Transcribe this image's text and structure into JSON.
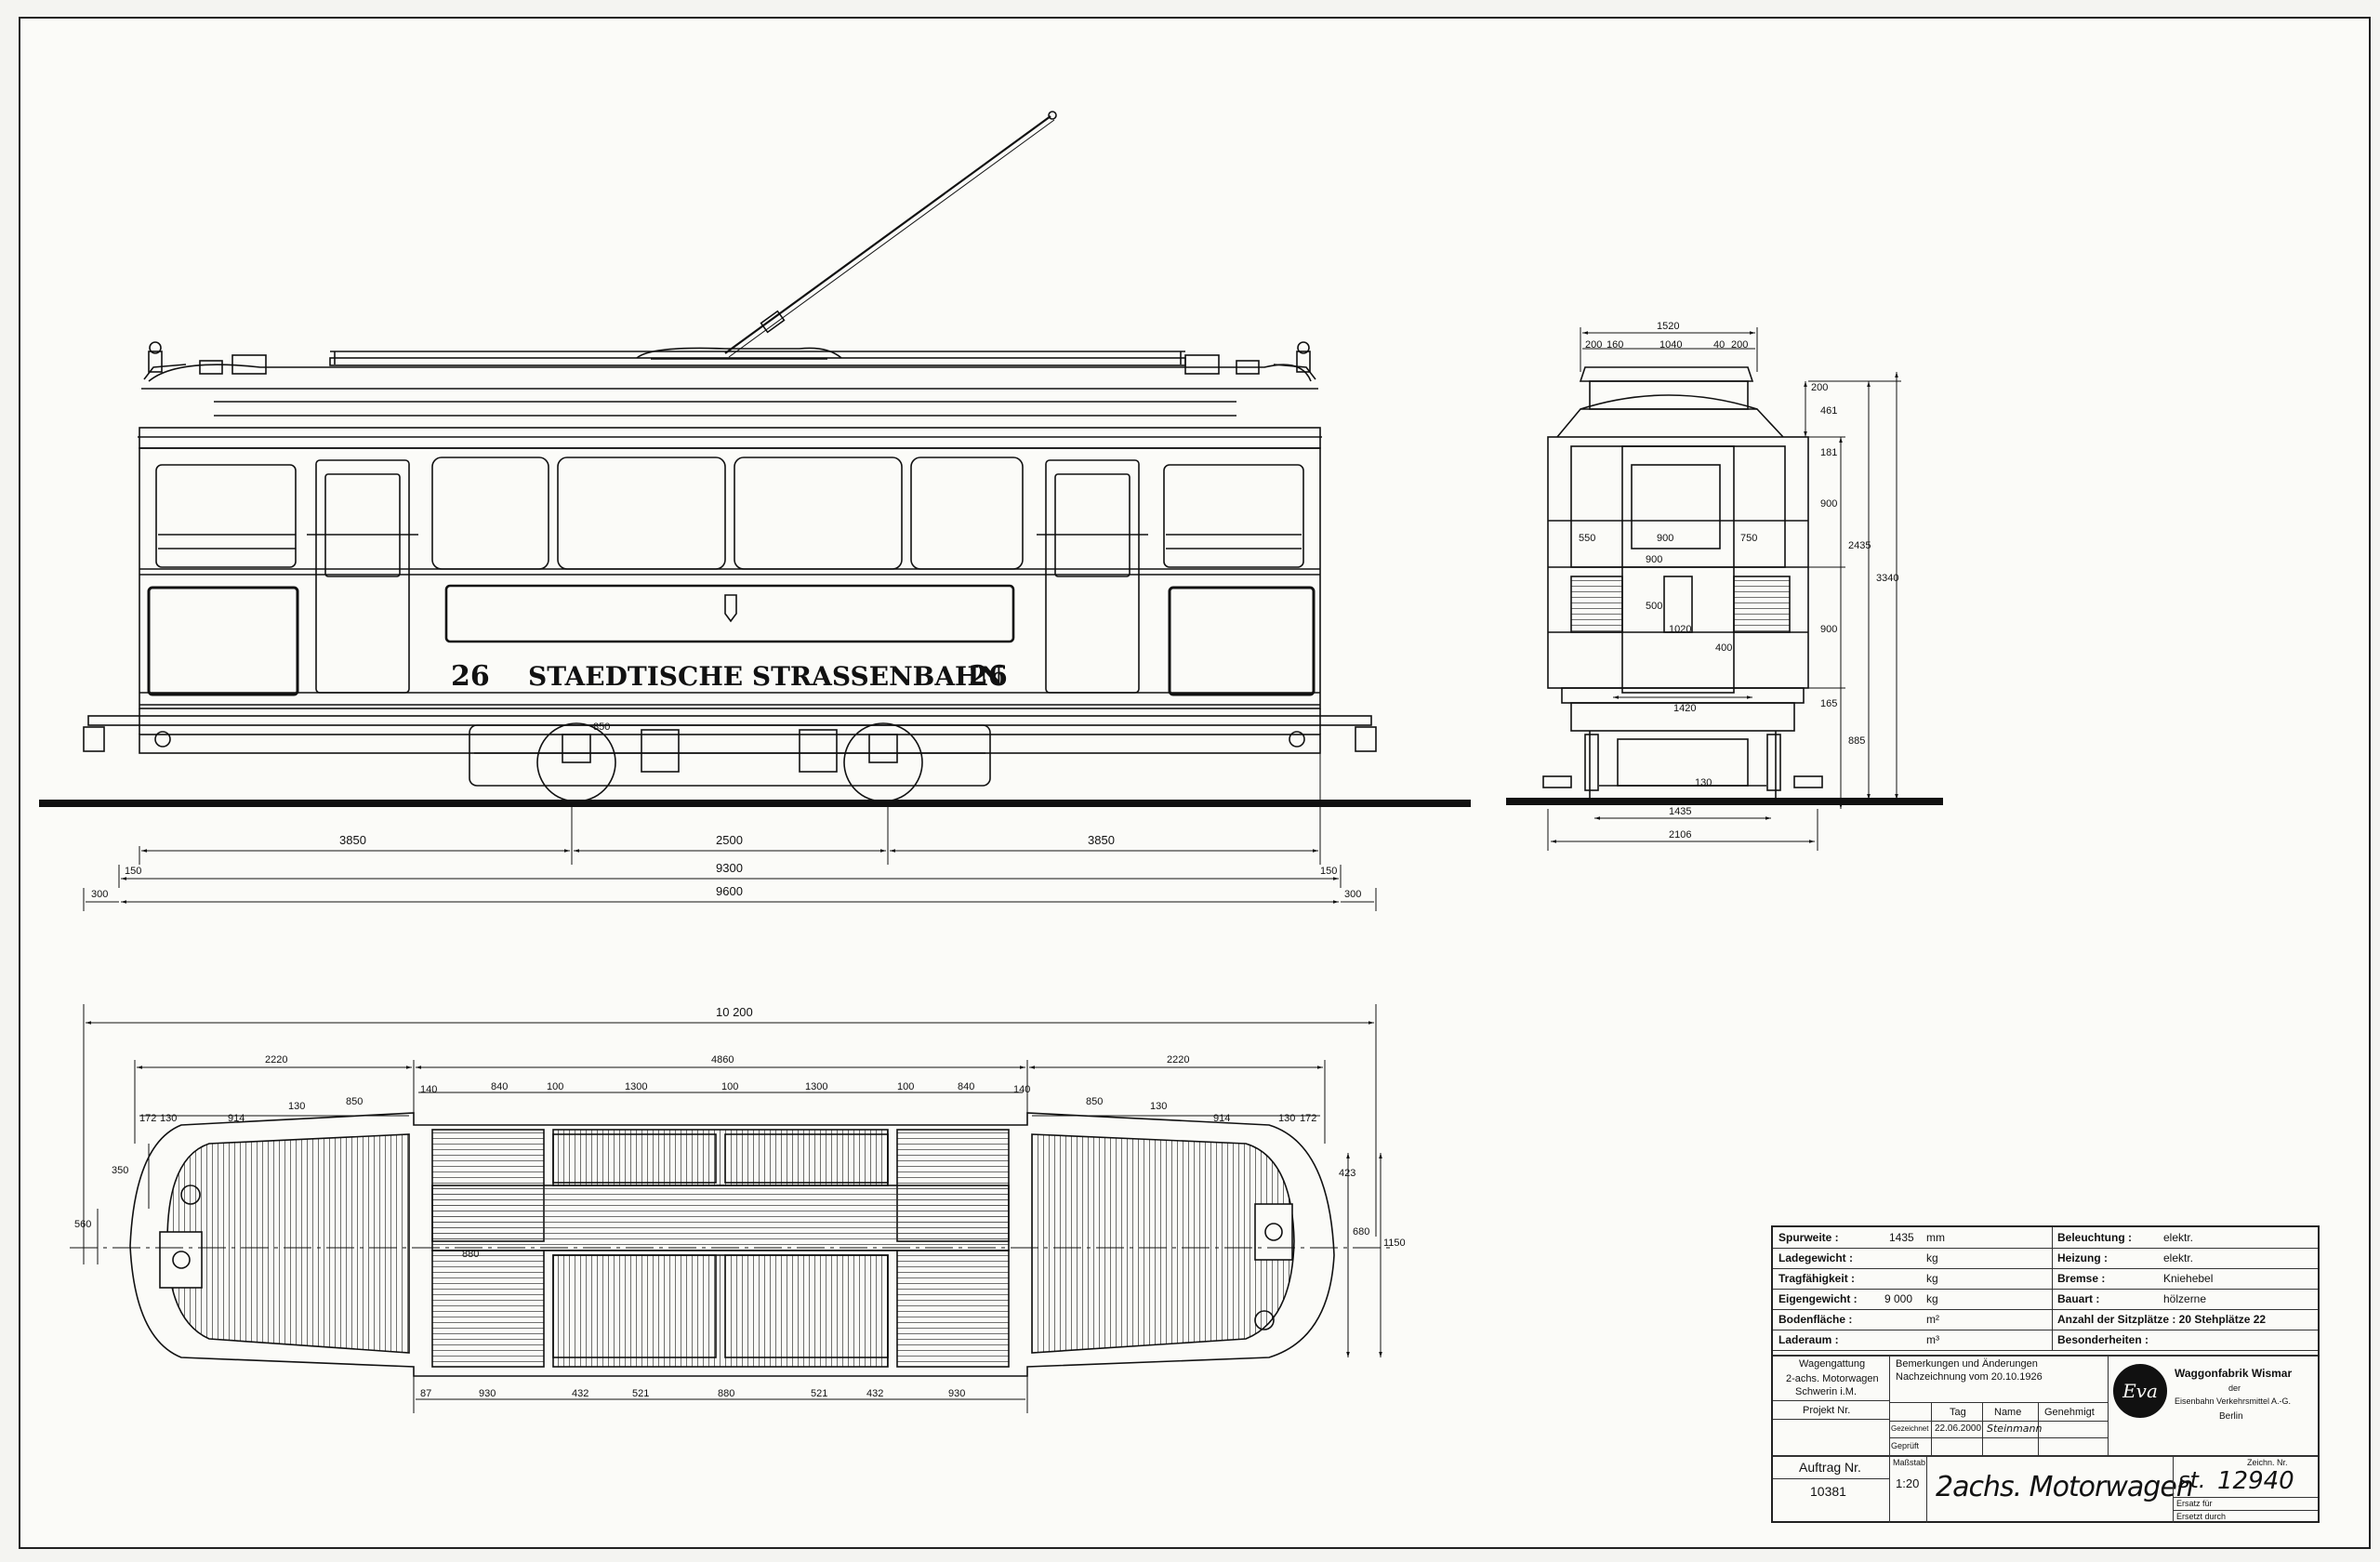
{
  "side_view": {
    "fleet_number": "26",
    "inscription": "STAEDTISCHE STRASSENBAHN",
    "dims": {
      "d3850": "3850",
      "d2500": "2500",
      "d150": "150",
      "d9300": "9300",
      "d300": "300",
      "d9600": "9600",
      "d10200": "10 200",
      "d850": "850"
    }
  },
  "end_view": {
    "dims": {
      "w1520": "1520",
      "w200a": "200",
      "w160": "160",
      "w1040": "1040",
      "w40": "40",
      "w200b": "200",
      "h200": "200",
      "h461": "461",
      "h181": "181",
      "h900a": "900",
      "h2435": "2435",
      "h3340": "3340",
      "h900b": "900",
      "h885": "885",
      "h165": "165",
      "w550": "550",
      "w900": "900",
      "w750": "750",
      "g1435": "1435",
      "g1420": "1420",
      "w2106": "2106",
      "v900": "900",
      "v500": "500",
      "v1020": "1020",
      "v400": "400",
      "v130": "130"
    }
  },
  "plan_view": {
    "dims": {
      "t2220a": "2220",
      "t4860": "4860",
      "t2220b": "2220",
      "s172a": "172",
      "s130a": "130",
      "s914a": "914",
      "s130b": "130",
      "s850a": "850",
      "s140a": "140",
      "s840a": "840",
      "s100a": "100",
      "s1300a": "1300",
      "s100b": "100",
      "s1300b": "1300",
      "s100c": "100",
      "s840b": "840",
      "s140b": "140",
      "s850b": "850",
      "s130c": "130",
      "s914b": "914",
      "s130d": "130",
      "s172b": "172",
      "l350": "350",
      "l560": "560",
      "r423": "423",
      "r680": "680",
      "r1150": "1150",
      "c880": "880",
      "b87": "87",
      "b930a": "930",
      "b432a": "432",
      "b521a": "521",
      "b880": "880",
      "b521b": "521",
      "b432b": "432",
      "b930b": "930"
    }
  },
  "title_block": {
    "specs_left": [
      {
        "label": "Spurweite :",
        "value": "1435",
        "unit": "mm"
      },
      {
        "label": "Ladegewicht :",
        "value": "",
        "unit": "kg"
      },
      {
        "label": "Tragfähigkeit :",
        "value": "",
        "unit": "kg"
      },
      {
        "label": "Eigengewicht :",
        "value": "9 000",
        "unit": "kg"
      },
      {
        "label": "Bodenfläche :",
        "value": "",
        "unit": "m²"
      },
      {
        "label": "Laderaum :",
        "value": "",
        "unit": "m³"
      }
    ],
    "specs_right": [
      {
        "label": "Beleuchtung :",
        "value": "elektr."
      },
      {
        "label": "Heizung :",
        "value": "elektr."
      },
      {
        "label": "Bremse :",
        "value": "Kniehebel"
      },
      {
        "label": "Bauart :",
        "value": "hölzerne"
      },
      {
        "label": "Anzahl der Sitzplätze : 20   Stehplätze 22",
        "value": ""
      },
      {
        "label": "Besonderheiten :",
        "value": ""
      }
    ],
    "wagengattung_label": "Wagengattung",
    "wagengattung_value": "2-achs. Motorwagen",
    "wagengattung_place": "Schwerin i.M.",
    "projekt_label": "Projekt Nr.",
    "bemerkungen_label": "Bemerkungen und Änderungen",
    "bemerkungen_value": "Nachzeichnung vom 20.10.1926",
    "tag_label": "Tag",
    "name_label": "Name",
    "genehmigt_label": "Genehmigt",
    "gezeichnet_label": "Gezeichnet",
    "gezeichnet_date": "22.06.2000",
    "gezeichnet_name": "Steinmann",
    "geprueft_label": "Geprüft",
    "logo_text": "Eva",
    "company_name": "Waggonfabrik Wismar",
    "company_der": "der",
    "company_parent": "Eisenbahn Verkehrsmittel A.-G.",
    "company_city": "Berlin",
    "auftrag_label": "Auftrag Nr.",
    "auftrag_value": "10381",
    "massstab_label": "Maßstab",
    "massstab_value": "1:20",
    "drawing_title": "2achs. Motorwagen",
    "zeichn_label": "Zeichn. Nr.",
    "zeichn_prefix": "st.",
    "zeichn_value": "12940",
    "ersatz_fuer": "Ersatz für",
    "ersetzt_durch": "Ersetzt durch"
  }
}
